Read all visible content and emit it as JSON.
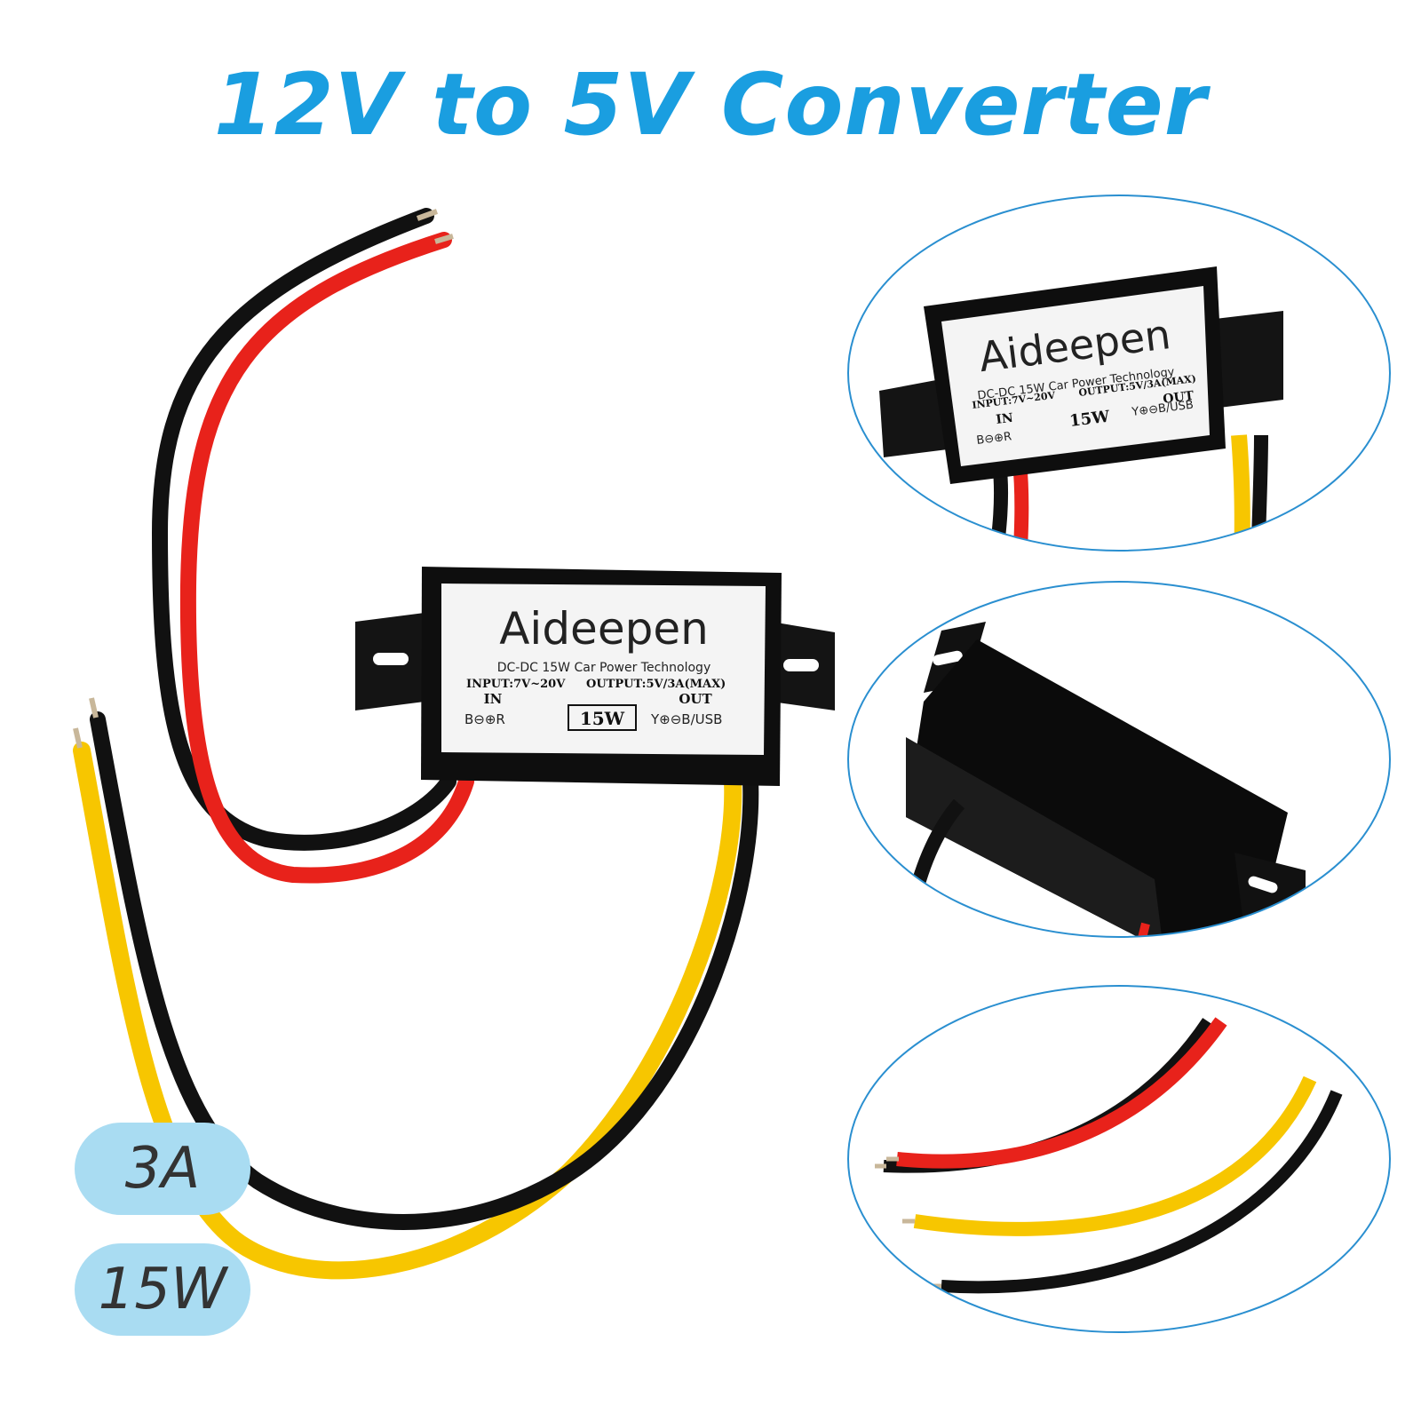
{
  "headline": "12V to 5V Converter",
  "badges": [
    {
      "text": "3A"
    },
    {
      "text": "15W"
    }
  ],
  "product_label": {
    "brand": "Aideepen",
    "subtitle": "DC-DC 15W Car Power Technology",
    "input": "INPUT:7V~20V",
    "output": "OUTPUT:5V/3A(MAX)",
    "in_label": "IN",
    "out_label": "OUT",
    "in_pins": "B⊖⊕R",
    "out_pins": "Y⊕⊖B/USB",
    "power": "15W"
  },
  "colors": {
    "accent": "#1a9ee0",
    "badge_bg": "#a9dcf2",
    "wire_red": "#e8221b",
    "wire_black": "#111111",
    "wire_yellow": "#f7c600",
    "ellipse_border": "#2a8fd0"
  }
}
